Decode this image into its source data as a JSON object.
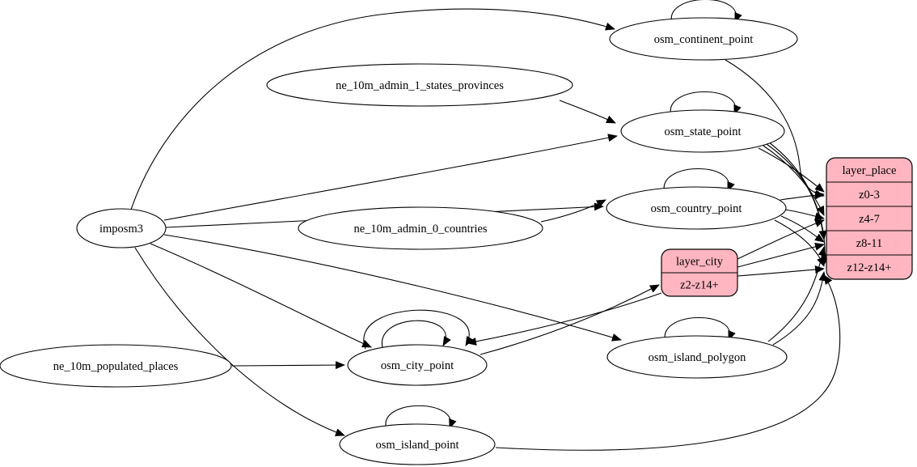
{
  "colors": {
    "background": "#ffffff",
    "node_fill": "#ffffff",
    "record_fill": "#ffb6c1",
    "stroke": "#000000"
  },
  "nodes": [
    {
      "id": "imposm3",
      "label": "imposm3"
    },
    {
      "id": "ne_10m_admin_1_states_provinces",
      "label": "ne_10m_admin_1_states_provinces"
    },
    {
      "id": "ne_10m_admin_0_countries",
      "label": "ne_10m_admin_0_countries"
    },
    {
      "id": "ne_10m_populated_places",
      "label": "ne_10m_populated_places"
    },
    {
      "id": "osm_continent_point",
      "label": "osm_continent_point"
    },
    {
      "id": "osm_state_point",
      "label": "osm_state_point"
    },
    {
      "id": "osm_country_point",
      "label": "osm_country_point"
    },
    {
      "id": "osm_city_point",
      "label": "osm_city_point"
    },
    {
      "id": "osm_island_polygon",
      "label": "osm_island_polygon"
    },
    {
      "id": "osm_island_point",
      "label": "osm_island_point"
    }
  ],
  "records": [
    {
      "id": "layer_place",
      "rows": [
        "layer_place",
        "z0-3",
        "z4-7",
        "z8-11",
        "z12-z14+"
      ]
    },
    {
      "id": "layer_city",
      "rows": [
        "layer_city",
        "z2-z14+"
      ]
    }
  ],
  "edges": [
    {
      "from": "imposm3",
      "to": "osm_continent_point"
    },
    {
      "from": "imposm3",
      "to": "osm_state_point"
    },
    {
      "from": "imposm3",
      "to": "osm_country_point"
    },
    {
      "from": "imposm3",
      "to": "osm_city_point"
    },
    {
      "from": "imposm3",
      "to": "osm_island_polygon"
    },
    {
      "from": "imposm3",
      "to": "osm_island_point"
    },
    {
      "from": "ne_10m_admin_1_states_provinces",
      "to": "osm_state_point"
    },
    {
      "from": "ne_10m_admin_0_countries",
      "to": "osm_country_point"
    },
    {
      "from": "ne_10m_populated_places",
      "to": "osm_city_point"
    },
    {
      "from": "osm_continent_point",
      "to": "osm_continent_point"
    },
    {
      "from": "osm_state_point",
      "to": "osm_state_point"
    },
    {
      "from": "osm_country_point",
      "to": "osm_country_point"
    },
    {
      "from": "osm_city_point",
      "to": "osm_city_point"
    },
    {
      "from": "osm_city_point",
      "to": "osm_city_point"
    },
    {
      "from": "osm_island_polygon",
      "to": "osm_island_polygon"
    },
    {
      "from": "osm_island_point",
      "to": "osm_island_point"
    },
    {
      "from": "osm_city_point",
      "to": "layer_city",
      "port": "z2-z14+"
    },
    {
      "from": "layer_city",
      "to": "osm_city_point"
    },
    {
      "from": "layer_city",
      "port_from": "z2-z14+",
      "to": "layer_place",
      "port": "z4-7"
    },
    {
      "from": "layer_city",
      "port_from": "z2-z14+",
      "to": "layer_place",
      "port": "z8-11"
    },
    {
      "from": "layer_city",
      "port_from": "z2-z14+",
      "to": "layer_place",
      "port": "z12-z14+"
    },
    {
      "from": "osm_continent_point",
      "to": "layer_place",
      "port": "z0-3"
    },
    {
      "from": "osm_state_point",
      "to": "layer_place",
      "port": "z0-3"
    },
    {
      "from": "osm_state_point",
      "to": "layer_place",
      "port": "z4-7"
    },
    {
      "from": "osm_state_point",
      "to": "layer_place",
      "port": "z8-11"
    },
    {
      "from": "osm_state_point",
      "to": "layer_place",
      "port": "z12-z14+"
    },
    {
      "from": "osm_country_point",
      "to": "layer_place",
      "port": "z0-3"
    },
    {
      "from": "osm_country_point",
      "to": "layer_place",
      "port": "z4-7"
    },
    {
      "from": "osm_country_point",
      "to": "layer_place",
      "port": "z8-11"
    },
    {
      "from": "osm_country_point",
      "to": "layer_place",
      "port": "z12-z14+"
    },
    {
      "from": "osm_island_polygon",
      "to": "layer_place",
      "port": "z8-11"
    },
    {
      "from": "osm_island_polygon",
      "to": "layer_place",
      "port": "z12-z14+"
    },
    {
      "from": "osm_island_point",
      "to": "layer_place",
      "port": "z12-z14+"
    }
  ]
}
